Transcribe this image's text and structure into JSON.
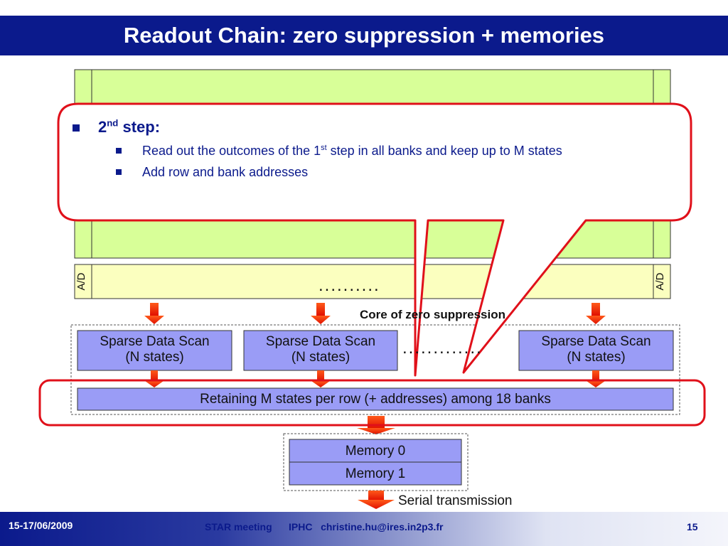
{
  "title": "Readout Chain: zero suppression + memories",
  "callout": {
    "step_num": "2",
    "step_sup": "nd",
    "step_word": " step:",
    "item1_a": "Read out the outcomes of the 1",
    "item1_sup": "st",
    "item1_b": " step in all banks and keep up to M states",
    "item2": "Add row and bank addresses"
  },
  "adc_left": "A/D",
  "adc_right": "A/D",
  "dots_top": "..........",
  "dots_mid": ".............",
  "core_label": "Core of zero suppression",
  "sds": [
    {
      "line1": "Sparse Data Scan",
      "line2": "(N states)"
    },
    {
      "line1": "Sparse Data Scan",
      "line2": "(N states)"
    },
    {
      "line1": "Sparse Data Scan",
      "line2": "(N states)"
    }
  ],
  "retain_label": "Retaining M states per row (+ addresses) among 18 banks",
  "memory0": "Memory 0",
  "memory1": "Memory 1",
  "serial_label": "Serial transmission",
  "footer": {
    "date": "15-17/06/2009",
    "meeting": "STAR meeting      IPHC   christine.hu@ires.in2p3.fr",
    "page": "15"
  },
  "colors": {
    "title_bg": "#0b1a8c",
    "pixel_array": "#d8ff98",
    "adc_strip": "#fbffbf",
    "block": "#9a9cf6",
    "callout_border": "#e0101a",
    "arrow": "#ff2a00"
  }
}
